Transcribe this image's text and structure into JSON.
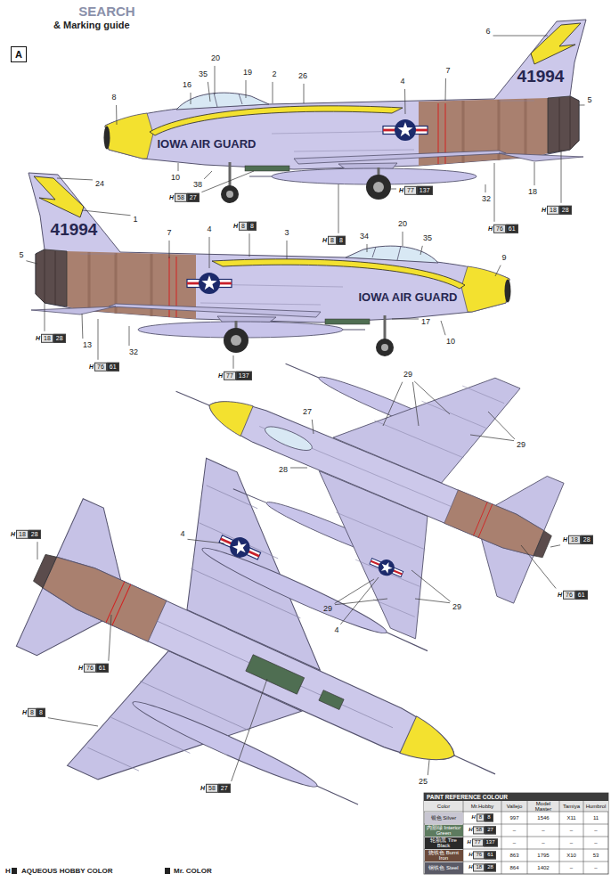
{
  "diagram": {
    "title": "& Marking guide",
    "nodes": [
      {
        "text": [
          "A"
        ]
      }
    ],
    "labels": [
      "SEARCH",
      "41994",
      "IOWA AIR GUARD",
      "20",
      "35",
      "19",
      "2",
      "26",
      "4",
      "7",
      "6",
      "5",
      "8",
      "16",
      "10",
      "38",
      "32",
      "18",
      "H",
      "58",
      "27",
      "H",
      "8",
      "8",
      "H",
      "77",
      "137",
      "H",
      "18",
      "28",
      "H",
      "76",
      "61",
      "41994",
      "IOWA AIR GUARD",
      "24",
      "1",
      "7",
      "4",
      "3",
      "34",
      "20",
      "35",
      "9",
      "5",
      "13",
      "32",
      "10",
      "17",
      "H",
      "8",
      "8",
      "H",
      "18",
      "28",
      "H",
      "76",
      "61",
      "H",
      "77",
      "137",
      "29",
      "27",
      "29",
      "28",
      "29",
      "29",
      "4",
      "H",
      "18",
      "28",
      "H",
      "76",
      "61",
      "4",
      "25",
      "H",
      "18",
      "28",
      "H",
      "76",
      "61",
      "H",
      "8",
      "8",
      "H",
      "58",
      "27",
      "PAINT REFERENCE COLOUR",
      "Color",
      "Mr.Hobby",
      "Vallejo",
      "Model Master",
      "Tamiya",
      "Humbrol",
      "H",
      "8",
      "8",
      "997",
      "1546",
      "X11",
      "11",
      "H",
      "58",
      "27",
      "–",
      "–",
      "–",
      "–",
      "H",
      "77",
      "137",
      "–",
      "–",
      "–",
      "–",
      "H",
      "76",
      "61",
      "863",
      "1795",
      "X10",
      "53",
      "H",
      "18",
      "28",
      "864",
      "1402",
      "–",
      "–",
      "H",
      "AQUEOUS HOBBY COLOR",
      "Mr. COLOR"
    ],
    "legend": [
      {
        "text": "银色 Silver",
        "color": "#c8c6d2"
      },
      {
        "text": "内部绿 Interior Green",
        "color": "#5d7b5f"
      },
      {
        "text": "轮胎黑 Tire Black",
        "color": "#2a2a2a"
      },
      {
        "text": "烧铁色 Burnt Iron",
        "color": "#6b4a3a"
      },
      {
        "text": "钢铁色 Steel",
        "color": "#5a5a66"
      }
    ]
  }
}
